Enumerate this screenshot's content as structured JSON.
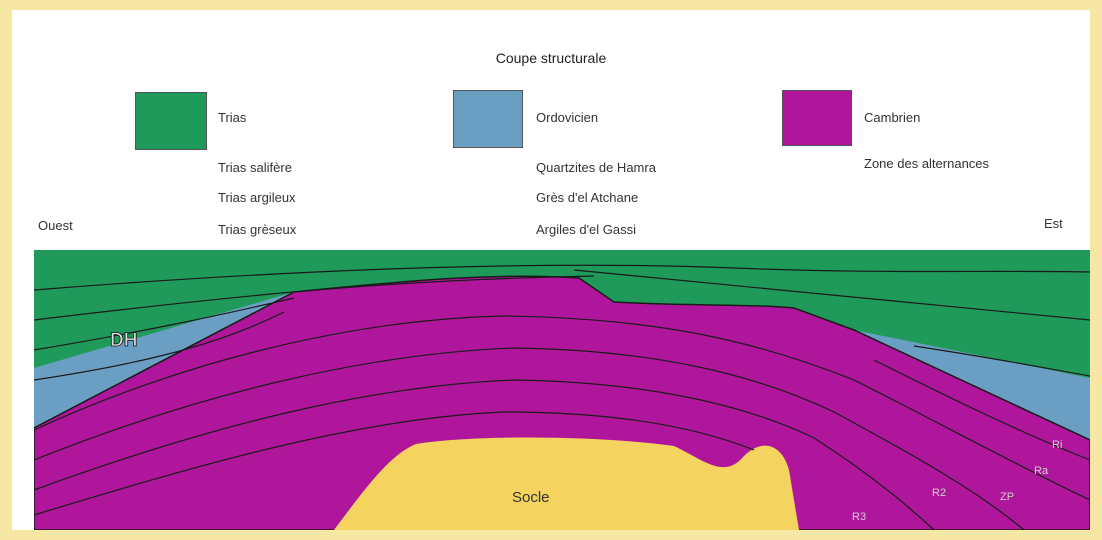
{
  "title": "Coupe structurale",
  "legend": [
    {
      "name": "Trias",
      "color": "#1f9a5a",
      "subunits": [
        "Trias salifère",
        "Trias argileux",
        "Trias grèseux"
      ]
    },
    {
      "name": "Ordovicien",
      "color": "#6a9fc3",
      "subunits": [
        "Quartzites de Hamra",
        "Grès d'el Atchane",
        "Argiles d'el Gassi"
      ]
    },
    {
      "name": "Cambrien",
      "color": "#b0169c",
      "subunits": [
        "Zone des alternances"
      ]
    }
  ],
  "orientation": {
    "west": "Ouest",
    "east": "Est"
  },
  "section_labels": {
    "dh": "DH",
    "socle": "Socle",
    "ri": "Ri",
    "ra": "Ra",
    "zp": "ZP",
    "r2": "R2",
    "r3": "R3"
  },
  "colors": {
    "trias": "#1f9a5a",
    "ordovicien": "#6a9fc3",
    "cambrien": "#b0169c",
    "socle": "#f4d35e",
    "lines": "#1a1a1a",
    "frame": "#f6e7a4"
  }
}
